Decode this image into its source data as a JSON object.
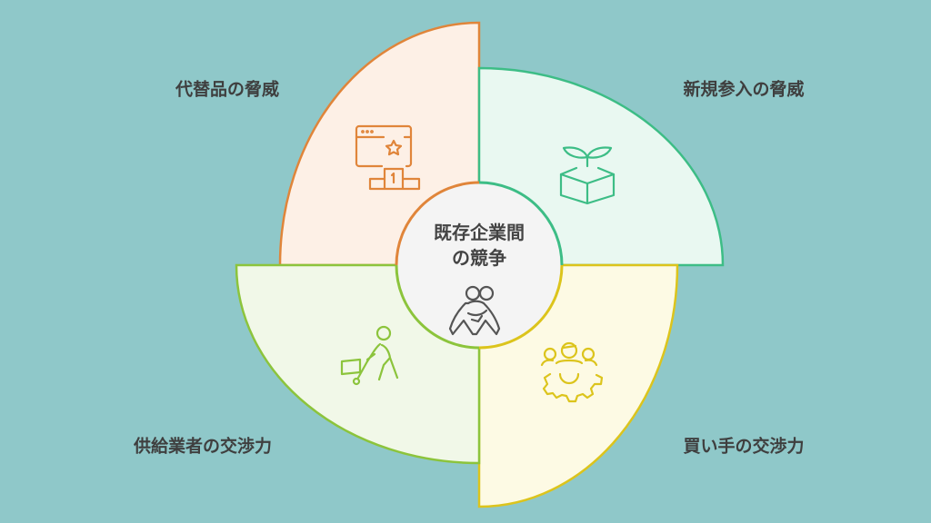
{
  "center": {
    "line1": "既存企業間",
    "line2": "の競争",
    "icon": "people-hugging-icon"
  },
  "quadrants": [
    {
      "id": "substitutes",
      "label": "代替品の脅威",
      "icon": "browser-star-podium-icon",
      "stroke": "#e0853a",
      "fill": "#fdf0e6"
    },
    {
      "id": "new-entrants",
      "label": "新規参入の脅威",
      "icon": "sprout-box-icon",
      "stroke": "#3dbd86",
      "fill": "#e9f8f1"
    },
    {
      "id": "buyers",
      "label": "買い手の交渉力",
      "icon": "people-gear-icon",
      "stroke": "#dcc41c",
      "fill": "#fdfae4"
    },
    {
      "id": "suppliers",
      "label": "供給業者の交渉力",
      "icon": "person-pushing-cart-icon",
      "stroke": "#8cc43c",
      "fill": "#f1f8e8"
    }
  ]
}
